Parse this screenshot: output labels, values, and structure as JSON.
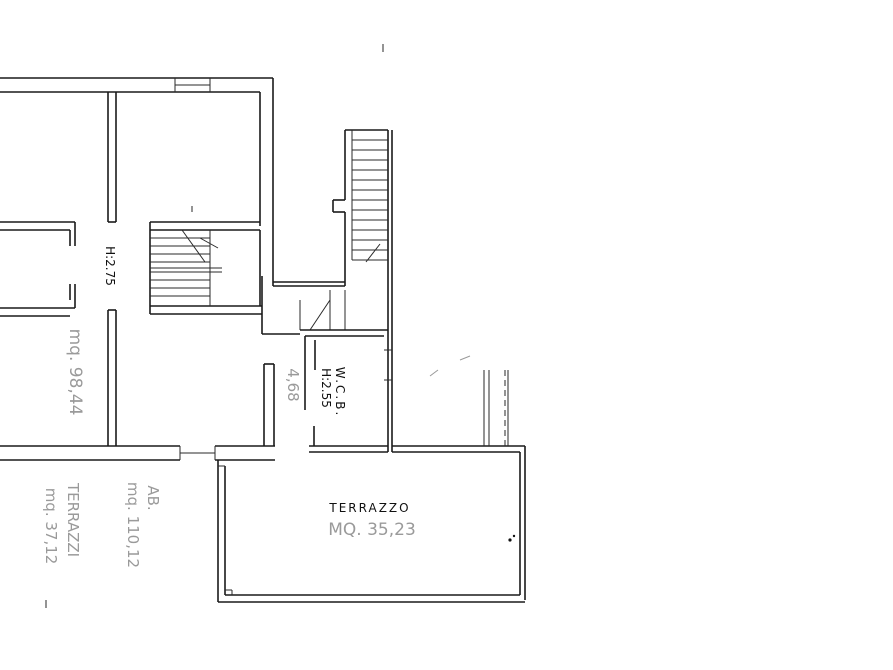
{
  "labels": {
    "height_main": "H:2.75",
    "wcb_name": "W.C.B.",
    "wcb_height": "H:2.55",
    "terrace_name": "TERRAZZO",
    "terrace_area": "MQ. 35,23",
    "living_area": "mq. 98,44",
    "wcb_area": "4,68",
    "summary_ab_label": "AB.",
    "summary_ab_value": "mq. 110,12",
    "summary_terraces_label": "TERRAZZI",
    "summary_terraces_value": "mq. 37,12"
  },
  "colors": {
    "ink": "#1a1a1a",
    "pencil": "#9a9a9a",
    "paper": "#ffffff"
  }
}
